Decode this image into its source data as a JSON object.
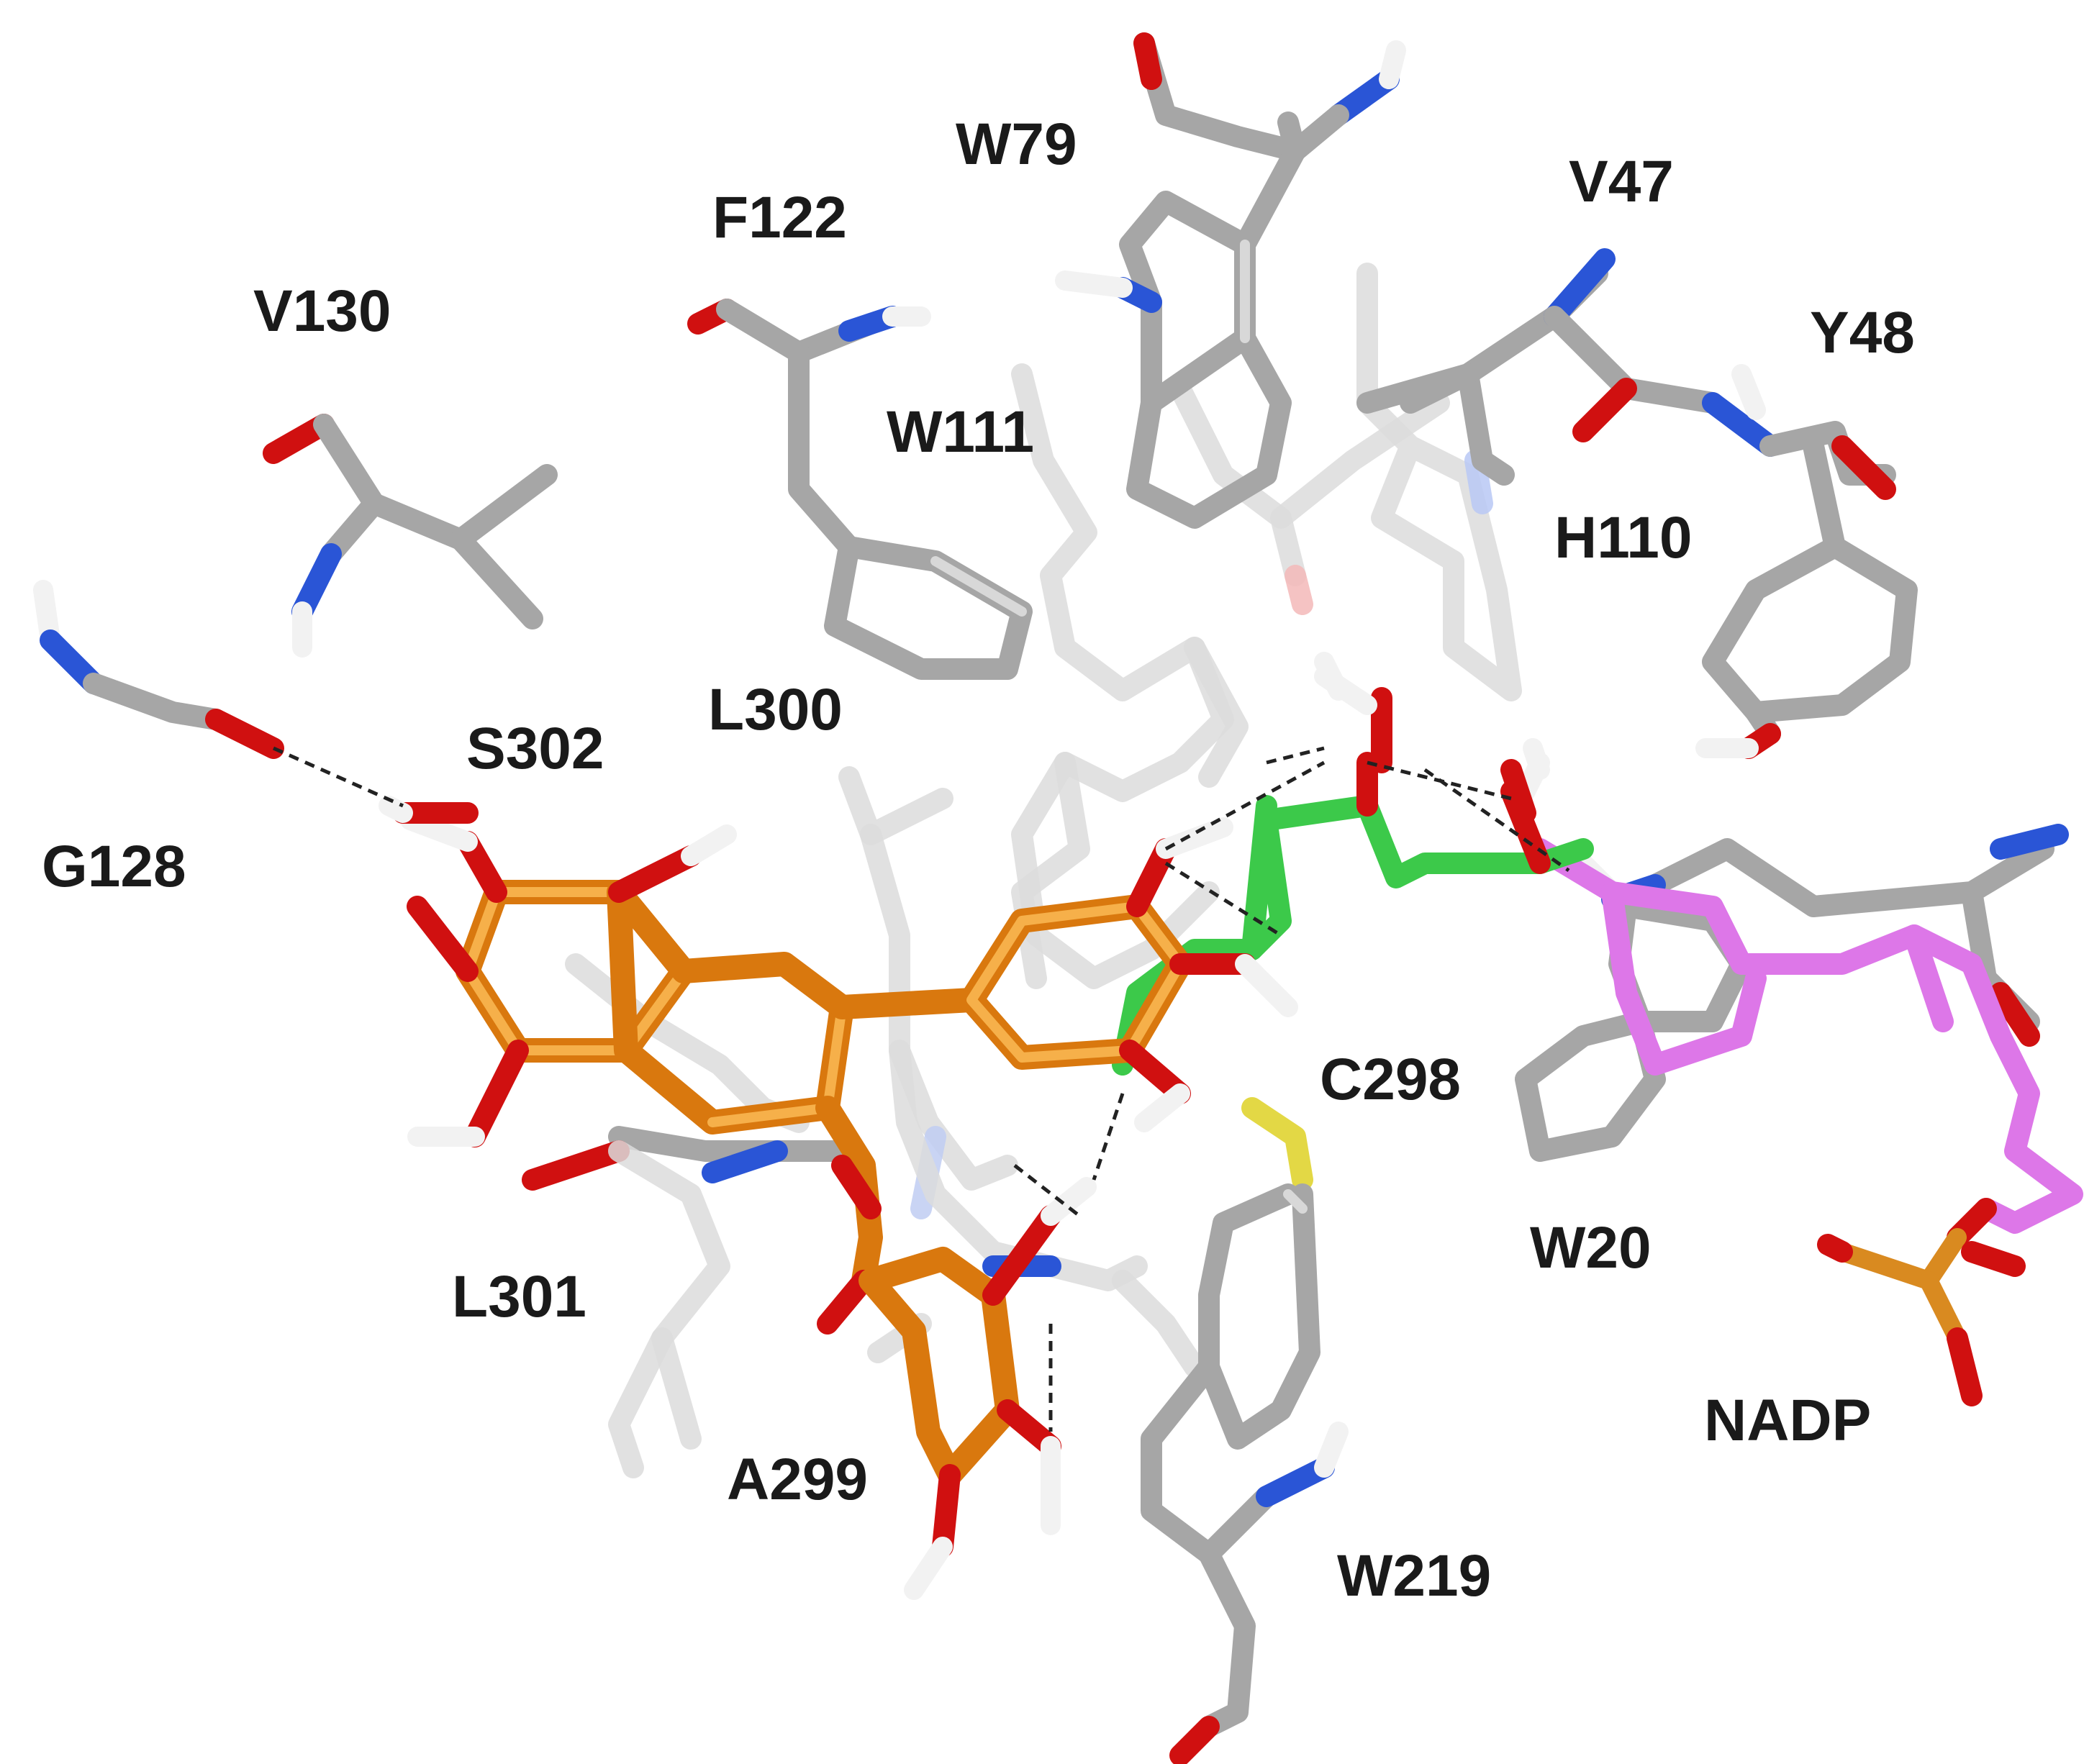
{
  "labels": {
    "w79": "W79",
    "f122": "F122",
    "v47": "V47",
    "y48": "Y48",
    "v130": "V130",
    "w111": "W111",
    "h110": "H110",
    "g128": "G128",
    "s302": "S302",
    "l300": "L300",
    "c298": "C298",
    "l301": "L301",
    "w20": "W20",
    "a299": "A299",
    "nadp": "NADP",
    "w219": "W219"
  },
  "colors": {
    "carbon_residue": "#a6a6a6",
    "ligand_carbon": "#d9780e",
    "green_ligand": "#3cc94a",
    "nadp_carbon": "#dd77e8",
    "oxygen": "#d01010",
    "nitrogen": "#2a55d6",
    "sulfur": "#e3d845",
    "phosphorus": "#d98a20",
    "hydrogen": "#f2f2f2",
    "hbond": "#222222"
  }
}
